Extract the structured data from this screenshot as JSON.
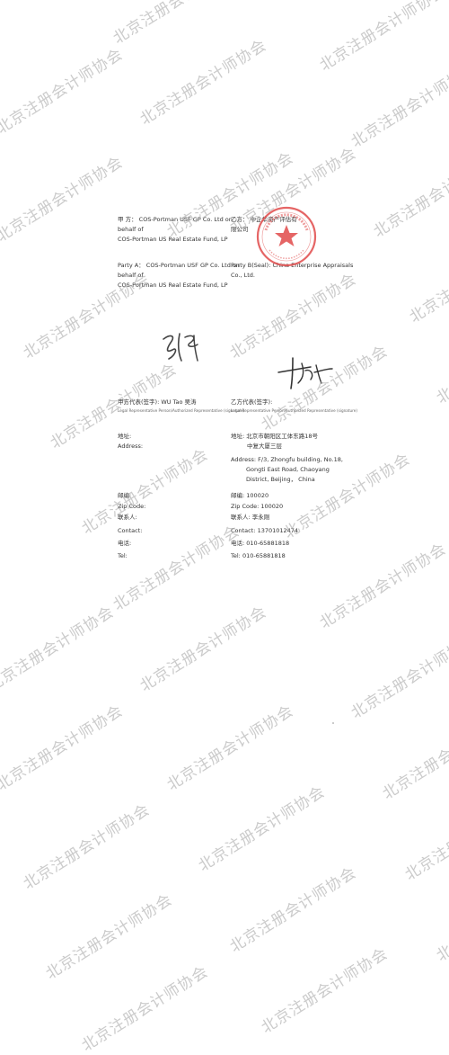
{
  "watermark_text": "北京注册会计师协会",
  "party_a": {
    "cn_label": "甲 方：",
    "cn_name_line1": "COS-Portman USF GP Co. Ltd on",
    "cn_name_line2": "behalf of",
    "cn_name_line3": "COS-Portman US Real Estate Fund, LP",
    "en_label": "Party A：",
    "en_name_line1": "COS-Portman USF GP Co. Ltd on",
    "en_name_line2": "behalf of",
    "en_name_line3": "COS-Portman US Real Estate Fund, LP",
    "rep_label_cn": "甲方代表(签字):",
    "rep_name": "WU Tao 吴涛",
    "rep_label_en": "Legal Representative Person/Authorized Representative (signature)",
    "address_label_cn": "地址:",
    "address_label_en": "Address:",
    "zip_label_cn": "邮编:",
    "zip_label_en": "Zip Code:",
    "contact_label_cn": "联系人:",
    "contact_label_en": "Contact:",
    "tel_label_cn": "电话:",
    "tel_label_en": "Tel:"
  },
  "party_b": {
    "cn_label": "乙方：",
    "cn_name_line1": "中企华资产评估有",
    "cn_name_line2": "限公司",
    "en_label": "Party B(Seal):",
    "en_name_line1": "China Enterprise Appraisals",
    "en_name_line2": "Co., Ltd.",
    "rep_label_cn": "乙方代表(签字):",
    "rep_label_en": "Legal Representative Person/Authorized Representative (signature)",
    "address_label_cn": "地址:",
    "address_value_cn_line1": "北京市朝阳区工体东路18号",
    "address_value_cn_line2": "中复大厦三层",
    "address_label_en": "Address:",
    "address_value_en_line1": "F/3, Zhongfu building, No.18,",
    "address_value_en_line2": "Gongti East Road, Chaoyang",
    "address_value_en_line3": "District, Beijing， China",
    "zip_label_cn": "邮编:",
    "zip_value_cn": "100020",
    "zip_label_en": "Zip Code:",
    "zip_value_en": "100020",
    "contact_label_cn": "联系人:",
    "contact_value_cn": "李永刚",
    "contact_label_en": "Contact:",
    "contact_value_en": "13701012474",
    "tel_label_cn": "电话:",
    "tel_value_cn": "010-65881818",
    "tel_label_en": "Tel:",
    "tel_value_en": "010-65881818"
  },
  "colors": {
    "seal_red": "#e04a4a",
    "ink": "#333333",
    "watermark": "#a0a0a0"
  },
  "icons": {
    "seal": "company-seal-icon",
    "signature_a": "signature-a-icon",
    "signature_b": "signature-b-icon"
  }
}
